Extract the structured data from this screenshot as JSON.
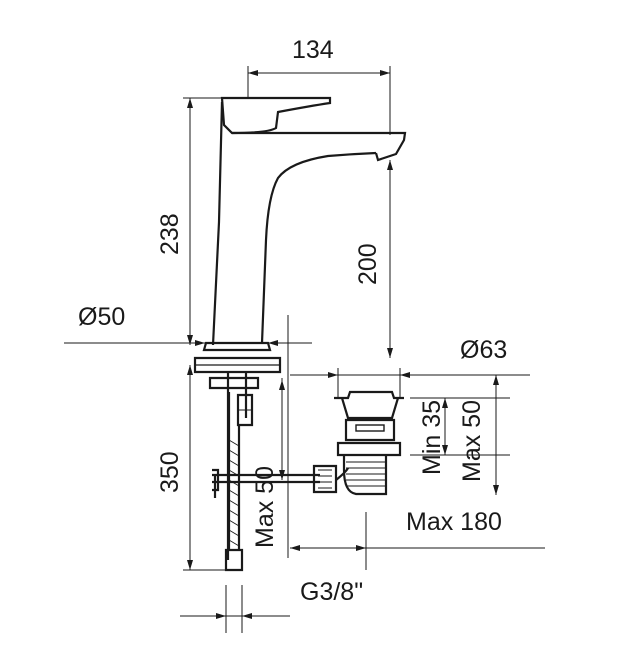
{
  "dimensions": {
    "spout_reach": "134",
    "total_height": "238",
    "spout_height": "200",
    "base_diameter": "Ø50",
    "waste_diameter": "Ø63",
    "below_counter": "350",
    "min_thickness": "Min 35",
    "max_thickness": "Max 50",
    "max_rod": "Max 50",
    "max_lever": "Max 180",
    "thread": "G3/8\""
  }
}
